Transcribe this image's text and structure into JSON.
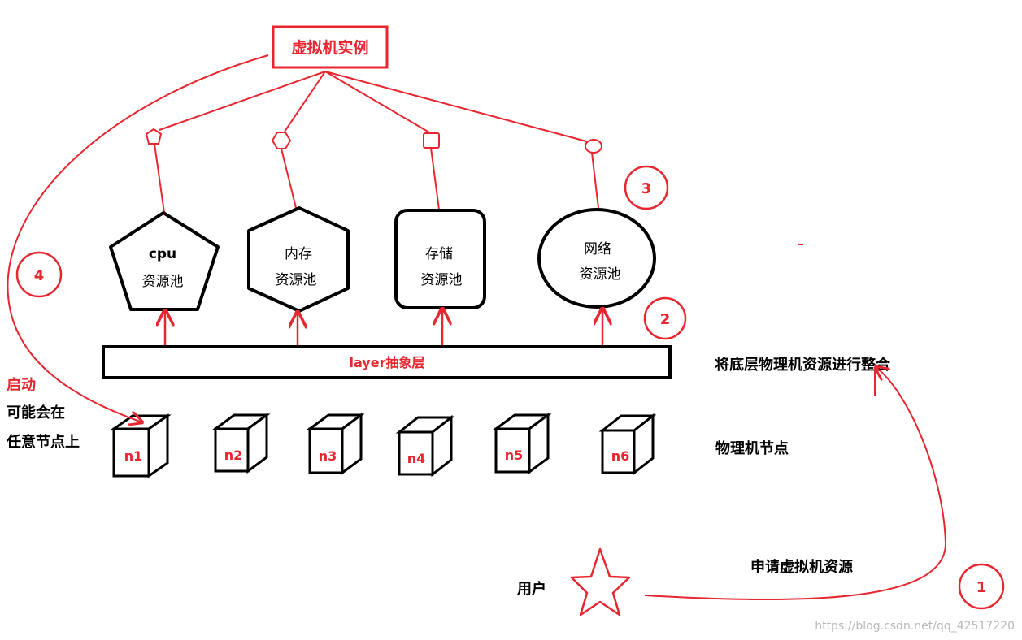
{
  "instance_title": "虚拟机实例",
  "pools": [
    {
      "line1": "cpu",
      "line2": "资源池",
      "connector": "pentagon"
    },
    {
      "line1": "内存",
      "line2": "资源池",
      "connector": "hexagon"
    },
    {
      "line1": "存储",
      "line2": "资源池",
      "connector": "square"
    },
    {
      "line1": "网络",
      "line2": "资源池",
      "connector": "ellipse"
    }
  ],
  "layer_label": "layer抽象层",
  "layer_note": "将底层物理机资源进行整合",
  "nodes": [
    "n1",
    "n2",
    "n3",
    "n4",
    "n5",
    "n6"
  ],
  "nodes_label": "物理机节点",
  "steps": [
    "1",
    "2",
    "3",
    "4"
  ],
  "start_note": {
    "title": "启动",
    "line1": "可能会在",
    "line2": "任意节点上"
  },
  "user_label": "用户",
  "request_label": "申请虚拟机资源",
  "watermark": "https://blog.csdn.net/qq_42517220",
  "colors": {
    "red": "#e8262f",
    "black": "#000000"
  }
}
